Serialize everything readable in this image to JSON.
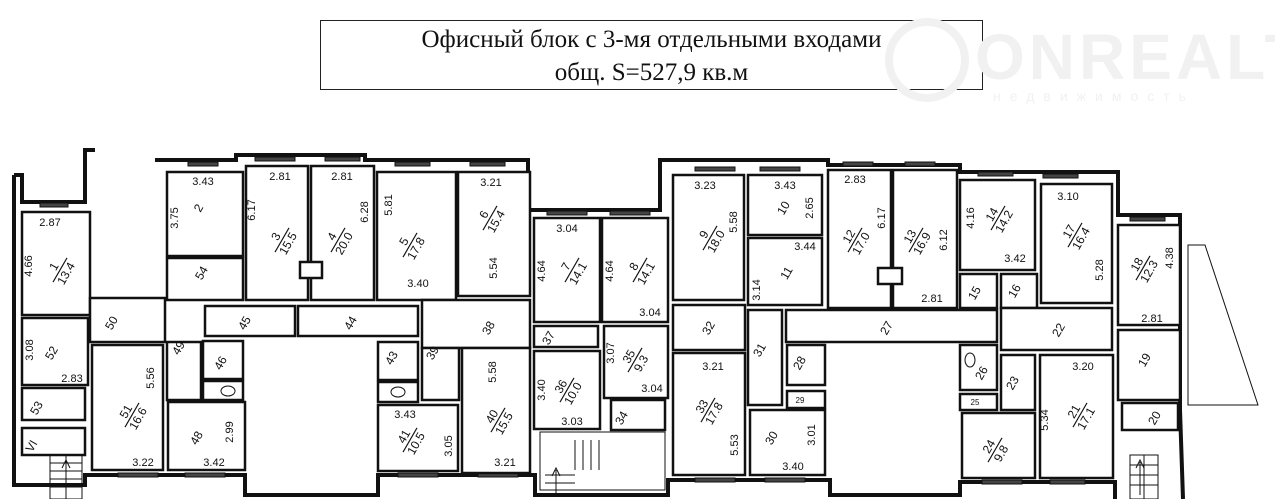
{
  "title": {
    "line1": "Офисный блок с 3-мя отдельными входами",
    "line2": "общ. S=527,9 кв.м"
  },
  "watermark": {
    "brand": "ONREALT",
    "tagline": "недвижимость"
  },
  "rooms": {
    "r1": {
      "n": "1",
      "area": "13.4",
      "d": [
        "2.87",
        "4.66"
      ]
    },
    "r2": {
      "n": "2",
      "d": [
        "3.43",
        "3.75"
      ]
    },
    "r3": {
      "n": "3",
      "area": "15.5",
      "d": [
        "2.81",
        "6.17"
      ]
    },
    "r4": {
      "n": "4",
      "area": "20.0",
      "d": [
        "2.81",
        "6.28"
      ]
    },
    "r5": {
      "n": "5",
      "area": "17.8",
      "d": [
        "5.81",
        "3.40"
      ]
    },
    "r6": {
      "n": "6",
      "area": "15.4",
      "d": [
        "3.21",
        "5.54"
      ]
    },
    "r7": {
      "n": "7",
      "area": "14.1",
      "d": [
        "3.04",
        "4.64"
      ]
    },
    "r8": {
      "n": "8",
      "area": "14.1",
      "d": [
        "4.64",
        "3.04"
      ]
    },
    "r9": {
      "n": "9",
      "area": "18.0",
      "d": [
        "3.23",
        "5.58"
      ]
    },
    "r10": {
      "n": "10",
      "d": [
        "3.43",
        "2.65"
      ]
    },
    "r11": {
      "n": "11",
      "d": [
        "3.44",
        "3.14"
      ]
    },
    "r12": {
      "n": "12",
      "area": "17.0",
      "d": [
        "2.83",
        "6.17"
      ]
    },
    "r13": {
      "n": "13",
      "area": "16.9",
      "d": [
        "6.12",
        "2.81"
      ]
    },
    "r14": {
      "n": "14",
      "area": "14.2",
      "d": [
        "4.16",
        "3.42"
      ]
    },
    "r15": {
      "n": "15"
    },
    "r16": {
      "n": "16"
    },
    "r17": {
      "n": "17",
      "area": "16.4",
      "d": [
        "3.10",
        "5.28"
      ]
    },
    "r18": {
      "n": "18",
      "area": "12.3",
      "d": [
        "4.38",
        "2.81"
      ]
    },
    "r19": {
      "n": "19"
    },
    "r20": {
      "n": "20"
    },
    "r21": {
      "n": "21",
      "area": "17.1",
      "d": [
        "3.20",
        "5.34"
      ]
    },
    "r22": {
      "n": "22"
    },
    "r23": {
      "n": "23"
    },
    "r24": {
      "n": "24",
      "area": "9.8"
    },
    "r25": {
      "n": "25"
    },
    "r26": {
      "n": "26"
    },
    "r27": {
      "n": "27"
    },
    "r28": {
      "n": "28"
    },
    "r29": {
      "n": "29"
    },
    "r30": {
      "n": "30",
      "d": [
        "3.01",
        "3.40"
      ]
    },
    "r31": {
      "n": "31"
    },
    "r32": {
      "n": "32"
    },
    "r33": {
      "n": "33",
      "area": "17.8",
      "d": [
        "3.21",
        "5.53"
      ]
    },
    "r34": {
      "n": "34"
    },
    "r35": {
      "n": "35",
      "area": "9.3",
      "d": [
        "3.07",
        "3.04"
      ]
    },
    "r36": {
      "n": "36",
      "area": "10.0",
      "d": [
        "3.40",
        "3.03"
      ]
    },
    "r37": {
      "n": "37"
    },
    "r38": {
      "n": "38"
    },
    "r39": {
      "n": "39"
    },
    "r40": {
      "n": "40",
      "area": "15.5",
      "d": [
        "5.58",
        "3.21"
      ]
    },
    "r41": {
      "n": "41",
      "area": "10.5",
      "d": [
        "3.43",
        "3.05"
      ]
    },
    "r43": {
      "n": "43"
    },
    "r44": {
      "n": "44"
    },
    "r45": {
      "n": "45"
    },
    "r46": {
      "n": "46"
    },
    "r48": {
      "n": "48",
      "d": [
        "2.99",
        "3.42"
      ]
    },
    "r49": {
      "n": "49"
    },
    "r50": {
      "n": "50"
    },
    "r51": {
      "n": "51",
      "area": "16.6",
      "d": [
        "5.56",
        "3.22"
      ]
    },
    "r52": {
      "n": "52",
      "d": [
        "3.08",
        "2.83"
      ]
    },
    "r53": {
      "n": "53"
    },
    "r54": {
      "n": "54"
    },
    "rVI": {
      "n": "VI"
    }
  }
}
